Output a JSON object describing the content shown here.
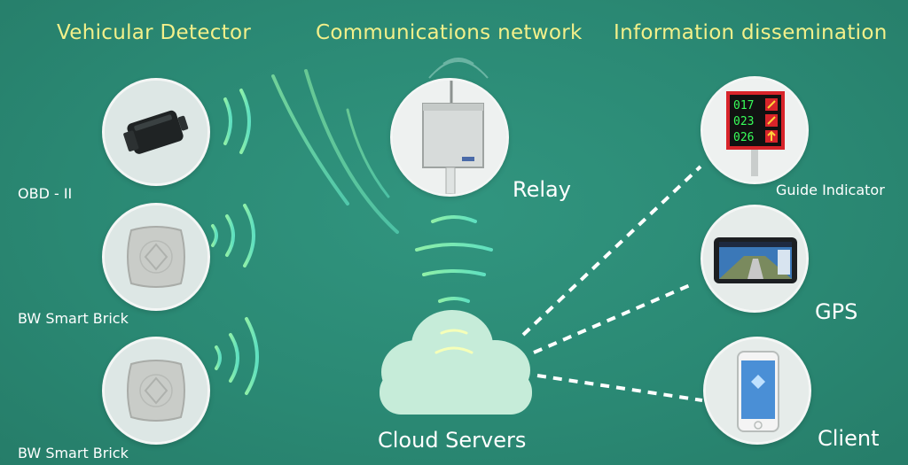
{
  "headings": {
    "detector": "Vehicular Detector",
    "network": "Communications network",
    "dissemination": "Information dissemination"
  },
  "detectors": [
    {
      "label": "OBD - II",
      "icon": "obd-ii-device-icon"
    },
    {
      "label": "BW Smart Brick",
      "icon": "smart-brick-icon"
    },
    {
      "label": "BW Smart Brick",
      "icon": "smart-brick-icon"
    }
  ],
  "network": {
    "relay_label": "Relay",
    "cloud_label": "Cloud Servers"
  },
  "outputs": [
    {
      "label": "Guide Indicator",
      "icon": "guide-indicator-sign-icon",
      "values": [
        "017",
        "023",
        "026"
      ]
    },
    {
      "label": "GPS",
      "icon": "gps-navigator-icon"
    },
    {
      "label": "Client",
      "icon": "smartphone-client-icon"
    }
  ],
  "colors": {
    "background": "#2b8a76",
    "heading": "#f3f08a",
    "wave": "#7ee8b0",
    "link": "#ffffff"
  }
}
